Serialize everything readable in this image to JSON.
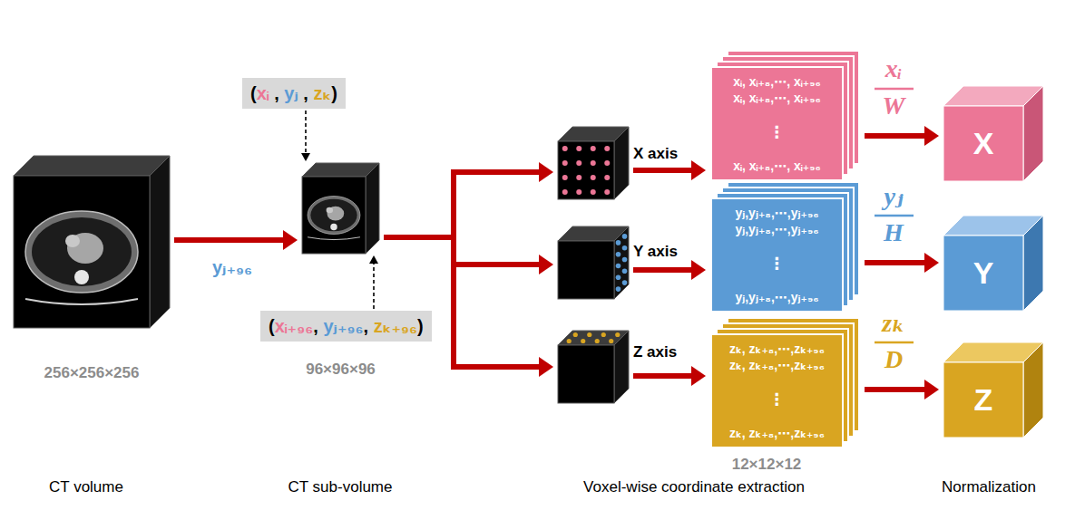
{
  "diagram": {
    "nodes": [
      {
        "text": [
          "256×256×256"
        ]
      },
      {
        "text": [
          "(xᵢ , yⱼ , zₖ)"
        ]
      },
      {
        "text": [
          "96×96×96"
        ]
      },
      {
        "text": [
          "(xᵢ₊₉₆, yⱼ₊₉₆, zₖ₊₉₆)"
        ]
      },
      {
        "text": [
          "X axis"
        ]
      },
      {
        "text": [
          "Y axis"
        ]
      },
      {
        "text": [
          "Z axis"
        ]
      },
      {
        "text": [
          "xᵢ, xᵢ₊₈,⋯, xᵢ₊₉₆",
          "xᵢ, xᵢ₊₈,⋯, xᵢ₊₉₆",
          "⋮",
          "xᵢ, xᵢ₊₈,⋯, xᵢ₊₉₆"
        ]
      },
      {
        "text": [
          "yⱼ,yⱼ₊₈,⋯,yⱼ₊₉₆",
          "yⱼ,yⱼ₊₈,⋯,yⱼ₊₉₆",
          "⋮",
          "yⱼ,yⱼ₊₈,⋯,yⱼ₊₉₆"
        ]
      },
      {
        "text": [
          "zₖ, zₖ₊₈,⋯,zₖ₊₉₆",
          "zₖ, zₖ₊₈,⋯,zₖ₊₉₆",
          "⋮",
          "zₖ, zₖ₊₈,⋯,zₖ₊₉₆"
        ]
      },
      {
        "text": [
          "X"
        ]
      },
      {
        "text": [
          "Y"
        ]
      },
      {
        "text": [
          "Z"
        ]
      }
    ],
    "edges": [
      {
        "from": 0,
        "to": 2,
        "arrow": "to",
        "label": "yⱼ₊₉₆"
      },
      {
        "from": 1,
        "to": 2,
        "arrow": "to"
      },
      {
        "from": 3,
        "to": 2,
        "arrow": "to"
      },
      {
        "from": 2,
        "to": 4,
        "arrow": "to"
      },
      {
        "from": 2,
        "to": 5,
        "arrow": "to"
      },
      {
        "from": 2,
        "to": 6,
        "arrow": "to"
      },
      {
        "from": 4,
        "to": 7,
        "arrow": "to"
      },
      {
        "from": 5,
        "to": 8,
        "arrow": "to"
      },
      {
        "from": 6,
        "to": 9,
        "arrow": "to"
      },
      {
        "from": 7,
        "to": 10,
        "arrow": "to"
      },
      {
        "from": 8,
        "to": 11,
        "arrow": "to"
      },
      {
        "from": 9,
        "to": 12,
        "arrow": "to"
      }
    ],
    "labels": [
      "12×12×12",
      "xᵢ",
      "W",
      "yⱼ",
      "H",
      "zₖ",
      "D",
      "CT volume",
      "CT sub-volume",
      "Voxel-wise coordinate extraction",
      "Normalization"
    ]
  }
}
